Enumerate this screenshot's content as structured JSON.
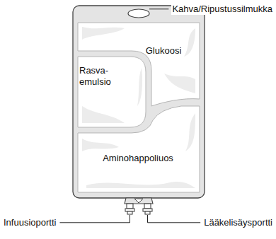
{
  "diagram": {
    "nodes": [
      {
        "text": [
          "Glukoosi"
        ]
      },
      {
        "text": [
          "Rasva- emulsio"
        ]
      },
      {
        "text": [
          "Aminohappoliuos"
        ]
      }
    ],
    "labels": [
      "Kahva/Ripustussilmukka",
      "Infuusioportti",
      "Lääkelisäysportti"
    ]
  }
}
